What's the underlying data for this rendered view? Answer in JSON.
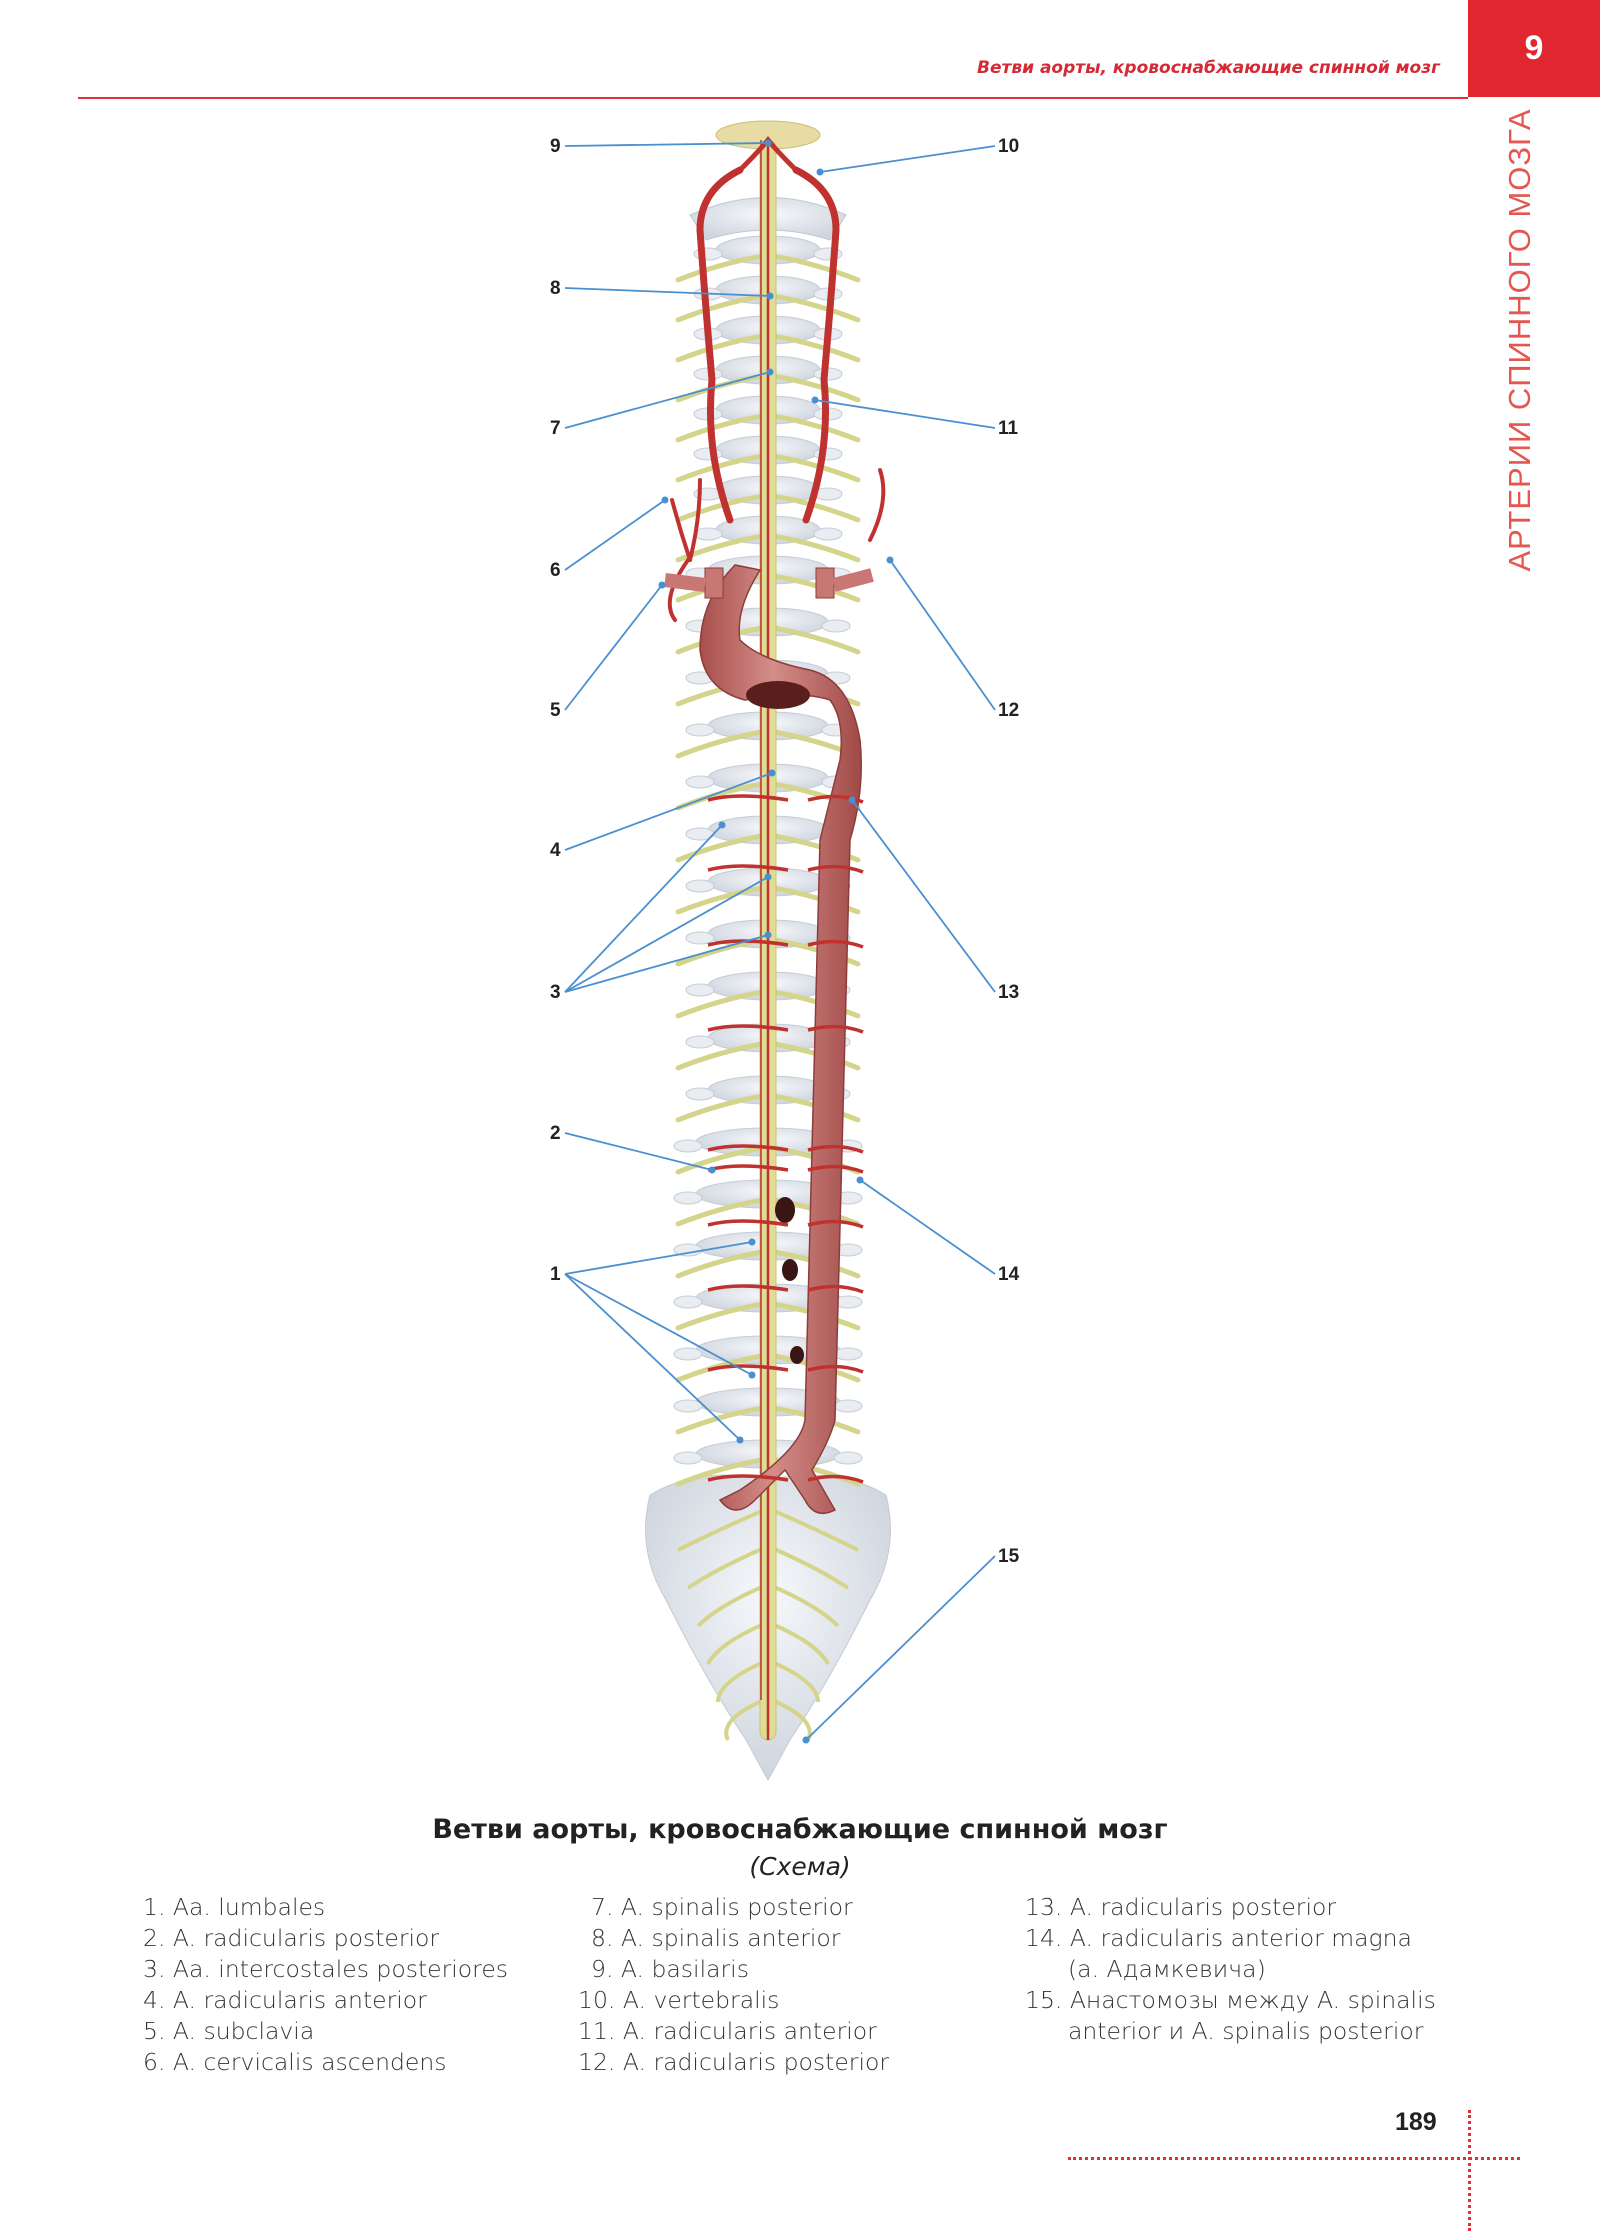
{
  "header": {
    "running_title": "Ветви аорты, кровоснабжающие спинной мозг",
    "chapter_number": "9"
  },
  "side_title": "АРТЕРИИ СПИННОГО МОЗГА",
  "figure": {
    "callouts_left": [
      "9",
      "8",
      "7",
      "6",
      "5",
      "4",
      "3",
      "2",
      "1"
    ],
    "callouts_right": [
      "10",
      "11",
      "12",
      "13",
      "14",
      "15"
    ]
  },
  "caption": {
    "title": "Ветви аорты, кровоснабжающие спинной мозг",
    "subtitle": "(Схема)"
  },
  "legend": {
    "col1": [
      "1. Aa. lumbales",
      "2. A. radicularis posterior",
      "3. Aa. intercostales posteriores",
      "4. A. radicularis anterior",
      "5. A. subclavia",
      "6. A. cervicalis ascendens"
    ],
    "col2": [
      "7. A. spinalis posterior",
      "8. A. spinalis anterior",
      "9. A. basilaris",
      "10. A. vertebralis",
      "11. A. radicularis anterior",
      "12. A. radicularis posterior"
    ],
    "col3": [
      "13. A. radicularis posterior",
      "14. A. radicularis anterior magna",
      "(a. Адамкевича)",
      "15. Анастомозы между A. spinalis",
      "anterior и A. spinalis posterior"
    ]
  },
  "page_number": "189",
  "colors": {
    "accent": "#e0262f",
    "artery": "#c0322f",
    "aorta": "#c97774",
    "leader": "#4a8fd0",
    "nerve": "#d4d48a",
    "bone": "#e4e8ee"
  }
}
